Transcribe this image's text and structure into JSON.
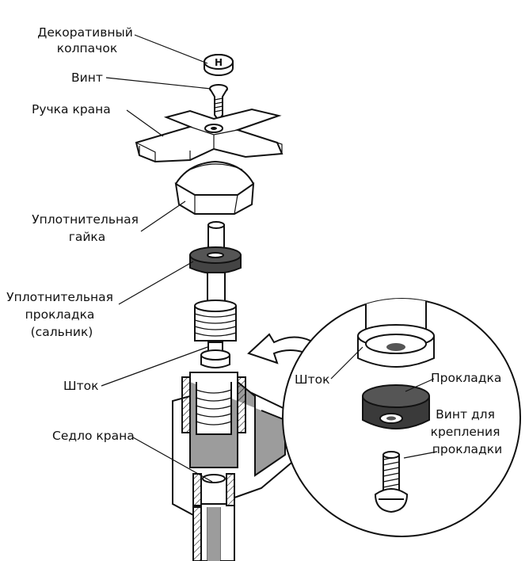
{
  "labels": {
    "decorative_cap": [
      "Декоративный",
      "колпачок"
    ],
    "screw": "Винт",
    "handle": "Ручка крана",
    "packing_nut": [
      "Уплотнительная",
      "гайка"
    ],
    "packing_gasket": [
      "Уплотнительная",
      "прокладка",
      "(сальник)"
    ],
    "stem": "Шток",
    "valve_seat": "Седло крана",
    "detail_stem": "Шток",
    "detail_washer": "Прокладка",
    "detail_washer_screw": [
      "Винт для",
      "крепления",
      "прокладки"
    ]
  },
  "cap_mark": "H",
  "colors": {
    "ink": "#111111",
    "fill_dark": "#3a3a3a",
    "fill_gray": "#9c9c9c",
    "fill_light": "#ffffff"
  }
}
